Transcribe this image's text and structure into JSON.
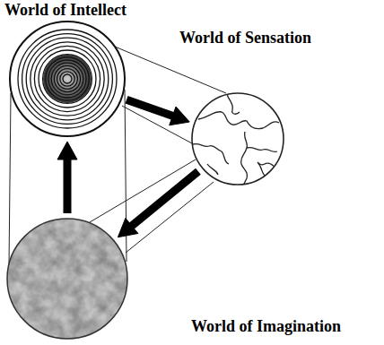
{
  "diagram": {
    "nodes": [
      {
        "text": [
          "World of Intellect"
        ]
      },
      {
        "text": [
          "World of Sensation"
        ]
      },
      {
        "text": [
          "World of Imagination"
        ]
      }
    ],
    "edges": [
      {
        "from": 0,
        "to": 1,
        "arrow": "to"
      },
      {
        "from": 1,
        "to": 2,
        "arrow": "to"
      },
      {
        "from": 2,
        "to": 0,
        "arrow": "to"
      }
    ]
  }
}
